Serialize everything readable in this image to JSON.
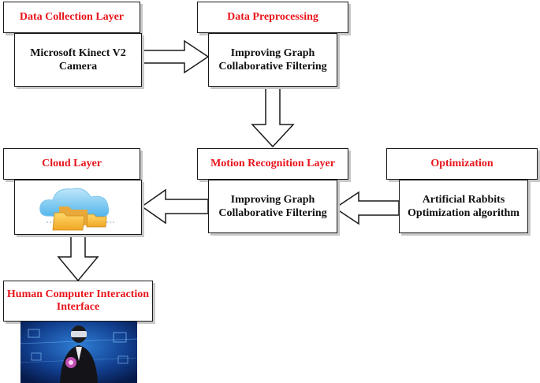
{
  "colors": {
    "title_text": "#e8141b",
    "body_text": "#111111",
    "border": "#1a1a1a"
  },
  "data_collection": {
    "title": "Data Collection Layer",
    "content_lines": [
      "Microsoft Kinect V2",
      "Camera"
    ]
  },
  "data_preprocessing": {
    "title": "Data Preprocessing",
    "content_lines": [
      "Improving Graph",
      "Collaborative Filtering"
    ]
  },
  "motion_recognition": {
    "title": "Motion Recognition Layer",
    "content_lines": [
      "Improving Graph",
      "Collaborative Filtering"
    ]
  },
  "optimization": {
    "title": "Optimization",
    "content_lines": [
      "Artificial Rabbits",
      "Optimization algorithm"
    ]
  },
  "cloud": {
    "title": "Cloud Layer",
    "image_icon": "cloud-folder-icon"
  },
  "hci": {
    "title_lines": [
      "Human Computer Interaction",
      "Interface"
    ],
    "image_icon": "vr-headset-person-icon"
  }
}
